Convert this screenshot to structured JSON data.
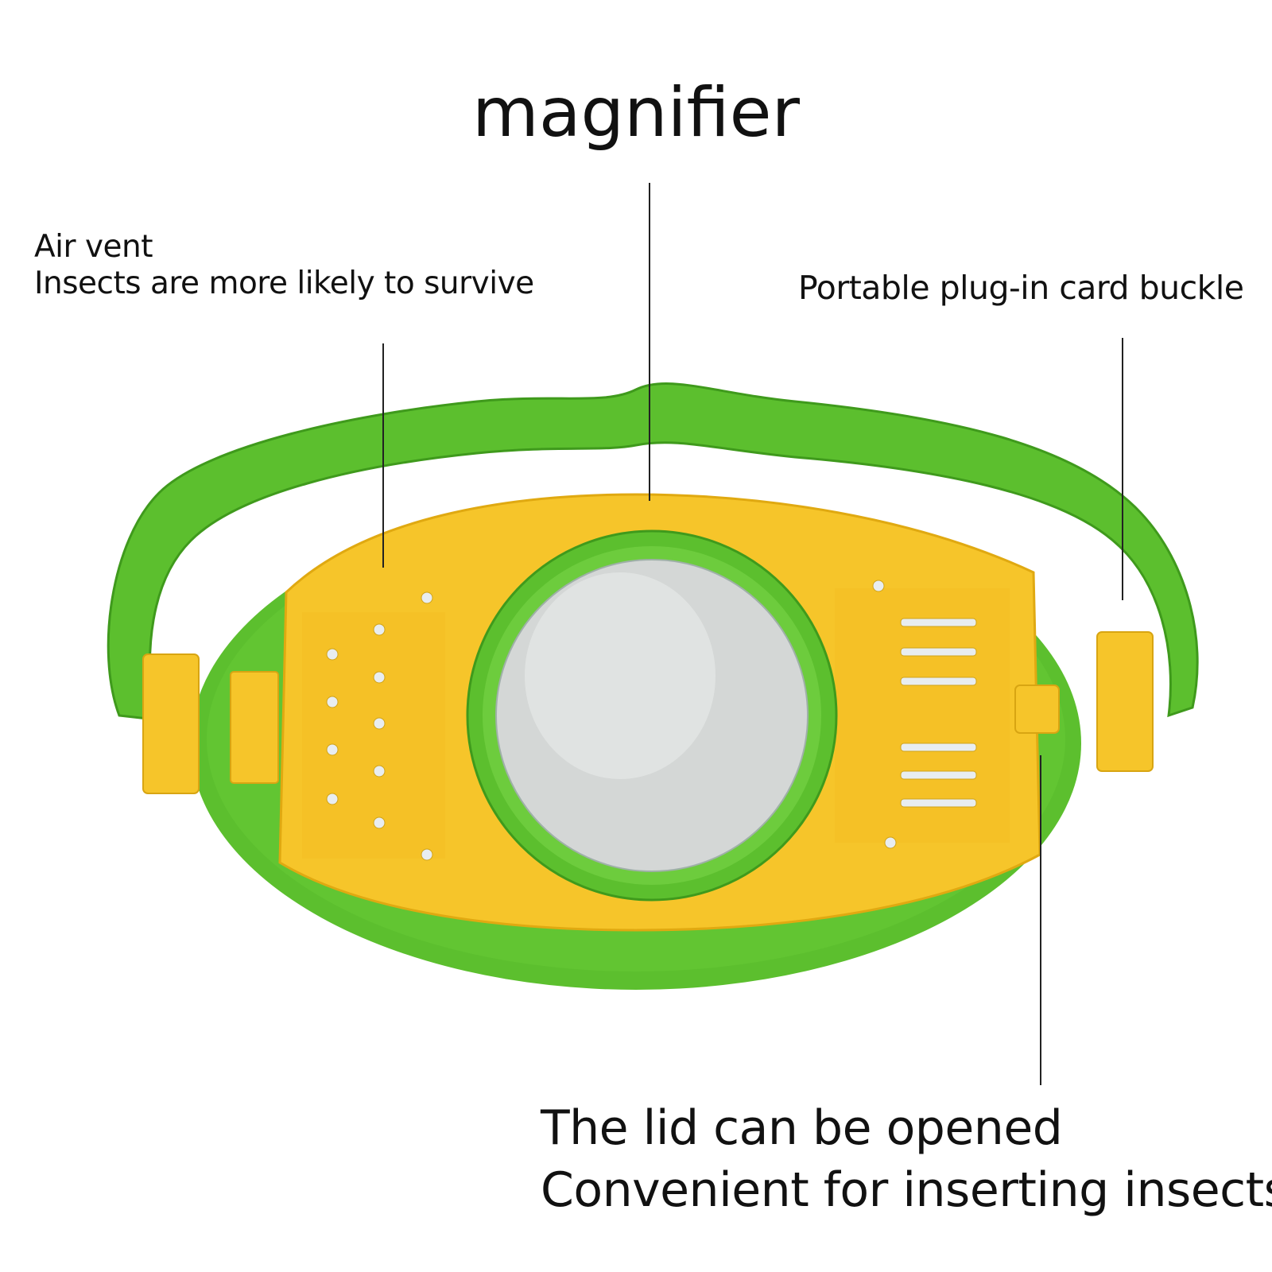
{
  "title": "magnifier",
  "callouts": {
    "air_vent": {
      "line1": "Air vent",
      "line2": "Insects are more likely to survive"
    },
    "buckle": {
      "line1": "Portable plug-in card buckle"
    },
    "lid": {
      "line1": "The lid can be opened",
      "line2": "Convenient for inserting insects"
    }
  },
  "colors": {
    "frame_green": "#5cbf2e",
    "lid_yellow": "#f6c52a",
    "lens_gray": "#d4d7d6",
    "text": "#111111"
  },
  "product": {
    "name": "bug-viewer-box-icon",
    "description_parts": [
      "handle",
      "lid",
      "magnifier-lens",
      "air-vent-holes",
      "clip-buckles"
    ]
  }
}
